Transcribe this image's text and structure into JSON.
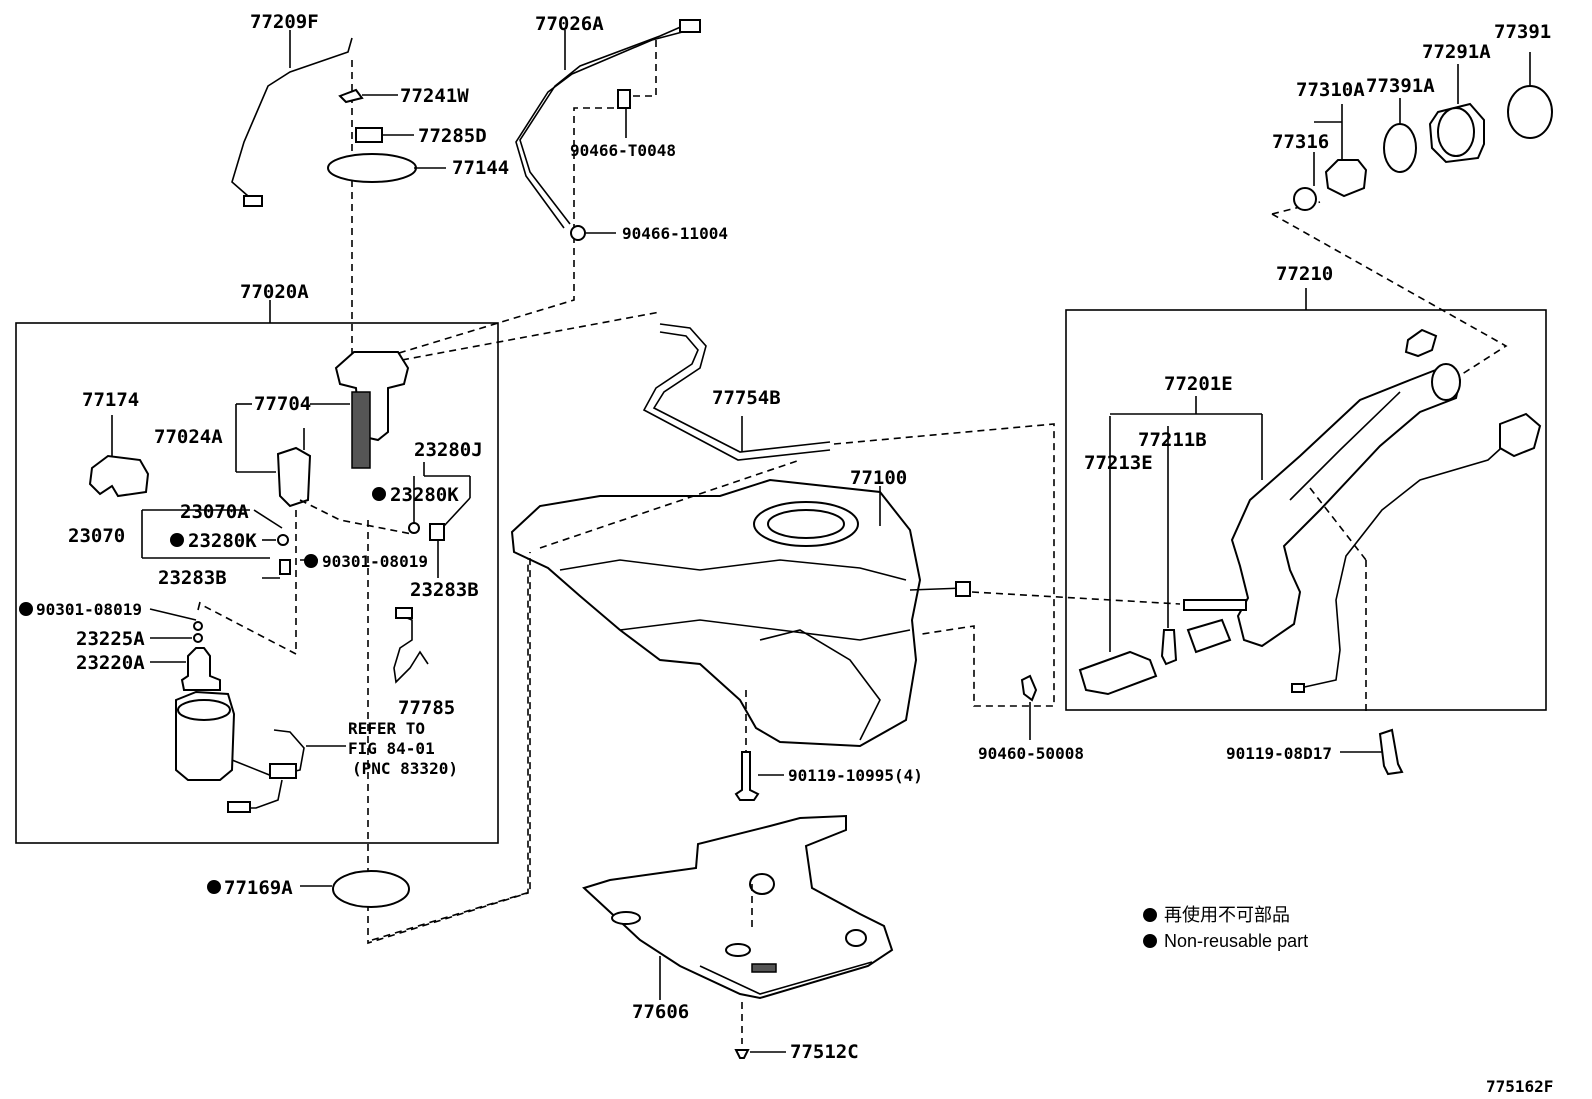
{
  "parts": {
    "p77209F": "77209F",
    "p77241W": "77241W",
    "p77285D": "77285D",
    "p77144": "77144",
    "p77026A": "77026A",
    "p90466T0048": "90466-T0048",
    "p9046611004": "90466-11004",
    "p77020A": "77020A",
    "p77174": "77174",
    "p77704": "77704",
    "p77024A": "77024A",
    "p23280J": "23280J",
    "p23280K_a": "23280K",
    "p23070A": "23070A",
    "p23070": "23070",
    "p23280K_b": "23280K",
    "p9030108019_a": "90301-08019",
    "p23283B_a": "23283B",
    "p23283B_b": "23283B",
    "p9030108019_b": "90301-08019",
    "p23225A": "23225A",
    "p23220A": "23220A",
    "p77785": "77785",
    "p77169A": "77169A",
    "p77754B": "77754B",
    "p77100": "77100",
    "p9011910995": "90119-10995(4)",
    "p77606": "77606",
    "p77512C": "77512C",
    "p77391": "77391",
    "p77291A": "77291A",
    "p77310A": "77310A",
    "p77391A": "77391A",
    "p77316": "77316",
    "p77210": "77210",
    "p77201E": "77201E",
    "p77211B": "77211B",
    "p77213E": "77213E",
    "p9046050008": "90460-50008",
    "p9011908D17": "90119-08D17"
  },
  "refer_note": {
    "line1": "REFER TO",
    "line2": "FIG 84-01",
    "line3": "(PNC 83320)"
  },
  "legend": {
    "jp": "再使用不可部品",
    "en": "Non-reusable part"
  },
  "figure_id": "775162F"
}
